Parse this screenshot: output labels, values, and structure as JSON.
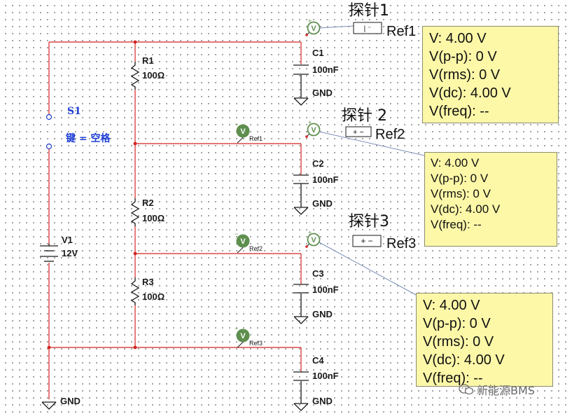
{
  "switch": {
    "ref": "S1",
    "key": "键 = 空格"
  },
  "source": {
    "ref": "V1",
    "value": "12V"
  },
  "resistors": [
    {
      "ref": "R1",
      "value": "100Ω"
    },
    {
      "ref": "R2",
      "value": "100Ω"
    },
    {
      "ref": "R3",
      "value": "100Ω"
    }
  ],
  "capacitors": [
    {
      "ref": "C1",
      "value": "100nF"
    },
    {
      "ref": "C2",
      "value": "100nF"
    },
    {
      "ref": "C3",
      "value": "100nF"
    },
    {
      "ref": "C4",
      "value": "100nF"
    }
  ],
  "ground_label": "GND",
  "probe_symbol": "V",
  "ref_probes": [
    "Ref1",
    "Ref2",
    "Ref3"
  ],
  "probes": [
    {
      "title": "探针1",
      "ref": "Ref1",
      "readings": [
        "V: 4.00 V",
        "V(p-p): 0 V",
        "V(rms): 0 V",
        "V(dc): 4.00 V",
        "V(freq): --"
      ]
    },
    {
      "title": "探针 2",
      "ref": "Ref2",
      "readings": [
        "V: 4.00 V",
        "V(p-p): 0 V",
        "V(rms): 0 V",
        "V(dc): 4.00 V",
        "V(freq): --"
      ]
    },
    {
      "title": "探针3",
      "ref": "Ref3",
      "readings": [
        "V: 4.00 V",
        "V(p-p): 0 V",
        "V(rms): 0 V",
        "V(dc): 4.00 V",
        "V(freq): --"
      ]
    }
  ],
  "watermark": "新能源BMS",
  "colors": {
    "wire": "#d42424",
    "probe_box": "#fdf8a8",
    "probe_icon": "#5f8f4e",
    "label_blue": "#1f3fd6"
  }
}
